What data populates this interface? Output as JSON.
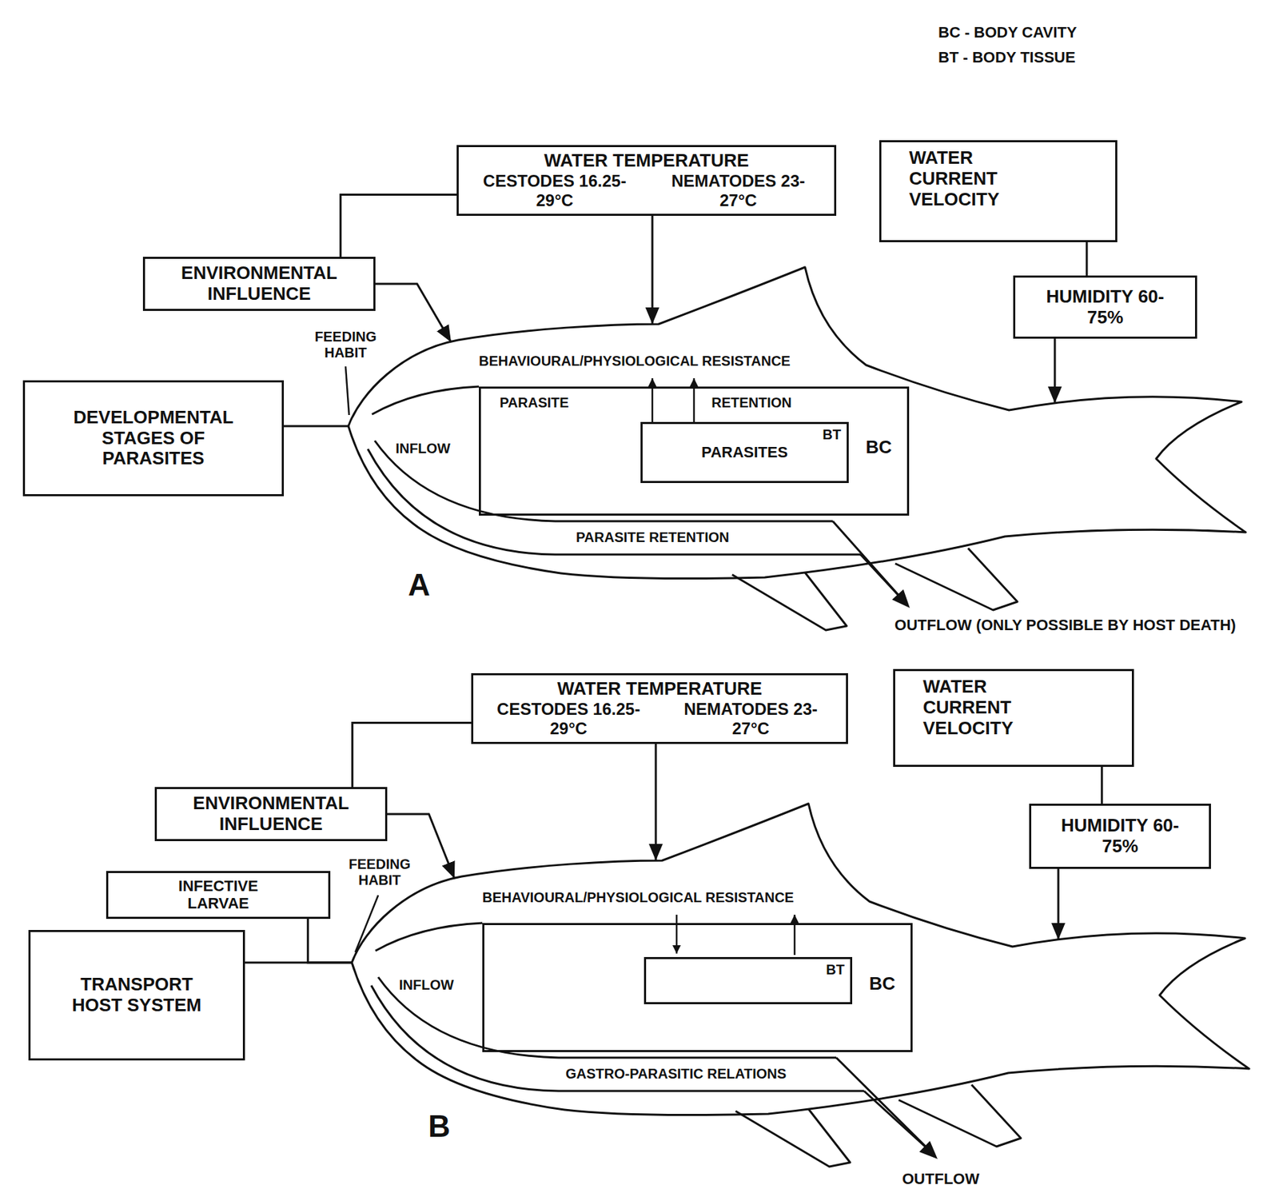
{
  "diagram": {
    "nodes": [
      {
        "text": [
          "WATER TEMPERATURE",
          "CESTODES 16.25-29°C",
          "NEMATODES 23-27°C"
        ]
      },
      {
        "text": [
          "WATER CURRENT VELOCITY"
        ]
      },
      {
        "text": [
          "ENVIRONMENTAL INFLUENCE"
        ]
      },
      {
        "text": [
          "HUMIDITY 60-75%"
        ]
      },
      {
        "text": [
          "DEVELOPMENTAL STAGES OF PARASITES"
        ]
      },
      {
        "text": [
          "BEHAVIOURAL/PHYSIOLOGICAL RESISTANCE"
        ]
      },
      {
        "text": [
          "BC"
        ],
        "in": 5
      },
      {
        "text": [
          "PARASITES",
          "BT"
        ],
        "in": 6
      },
      {
        "text": [
          "WATER TEMPERATURE",
          "CESTODES 16.25-29°C",
          "NEMATODES 23-27°C"
        ]
      },
      {
        "text": [
          "WATER CURRENT VELOCITY"
        ]
      },
      {
        "text": [
          "ENVIRONMENTAL INFLUENCE"
        ]
      },
      {
        "text": [
          "INFECTIVE LARVAE"
        ]
      },
      {
        "text": [
          "TRANSPORT HOST SYSTEM"
        ]
      },
      {
        "text": [
          "HUMIDITY 60-75%"
        ]
      },
      {
        "text": [
          "BEHAVIOURAL/PHYSIOLOGICAL RESISTANCE"
        ]
      },
      {
        "text": [
          "BC"
        ],
        "in": 14
      },
      {
        "text": [
          "BT"
        ],
        "in": 15
      }
    ],
    "edges": [
      {
        "from": 0,
        "to": 5,
        "arrow": "to"
      },
      {
        "from": 2,
        "to": 5,
        "arrow": "to"
      },
      {
        "from": 3,
        "to": 5,
        "arrow": "to"
      },
      {
        "from": 1,
        "to": 3,
        "arrow": "none"
      },
      {
        "from": 0,
        "to": 2,
        "arrow": "none"
      },
      {
        "from": 4,
        "to": 5,
        "arrow": "none"
      },
      {
        "from": 8,
        "to": 14,
        "arrow": "to"
      },
      {
        "from": 10,
        "to": 14,
        "arrow": "to"
      },
      {
        "from": 13,
        "to": 14,
        "arrow": "to"
      },
      {
        "from": 9,
        "to": 13,
        "arrow": "none"
      },
      {
        "from": 8,
        "to": 10,
        "arrow": "none"
      },
      {
        "from": 11,
        "to": 14,
        "arrow": "none"
      },
      {
        "from": 12,
        "to": 14,
        "arrow": "none"
      }
    ],
    "labels": [
      "BC - BODY CAVITY",
      "BT - BODY TISSUE",
      "FEEDING HABIT",
      "PARASITE RETENTION",
      "PARASITE RETENTION",
      "INFLOW",
      "OUTFLOW (ONLY POSSIBLE BY HOST DEATH)",
      "A",
      "FEEDING HABIT",
      "INFLOW",
      "GASTRO-PARASITIC RELATIONS",
      "OUTFLOW",
      "B"
    ]
  }
}
